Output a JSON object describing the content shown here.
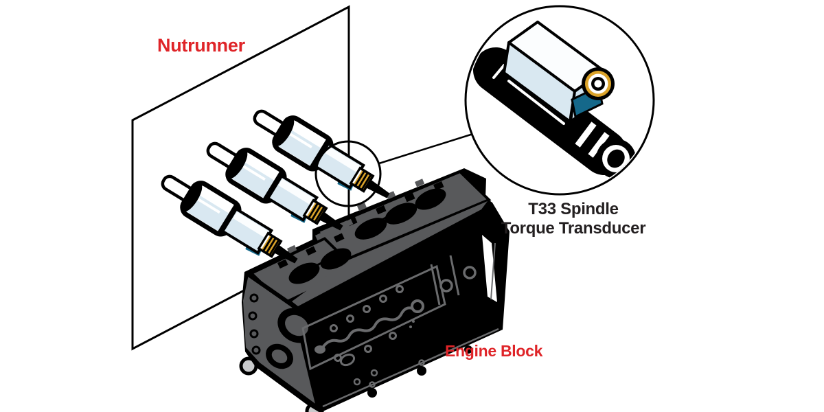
{
  "labels": {
    "nutrunner": "Nutrunner",
    "engine_block": "Engine Block",
    "callout_line1": "T33 Spindle",
    "callout_line2": "Torque Transducer"
  },
  "scene": {
    "description": "Isometric diagram of a nutrunner plate driving three spindles with torque transducers into an engine block, with a magnified circular callout of one transducer.",
    "spindle_count": 3
  },
  "colors": {
    "label_red": "#DF2428",
    "text_dark": "#231F20",
    "outline_black": "#000000",
    "white": "#FFFFFF",
    "spindle_blue": "#D9E8F1",
    "spindle_blue_side": "#CFE2EE",
    "spindle_blue_pale": "#FBFDFE",
    "gold": "#DBA32A",
    "teal": "#15688A",
    "block_gray": "#58595B",
    "block_gray_light": "#6A6B6D",
    "foot_gray": "#C9CACC"
  }
}
